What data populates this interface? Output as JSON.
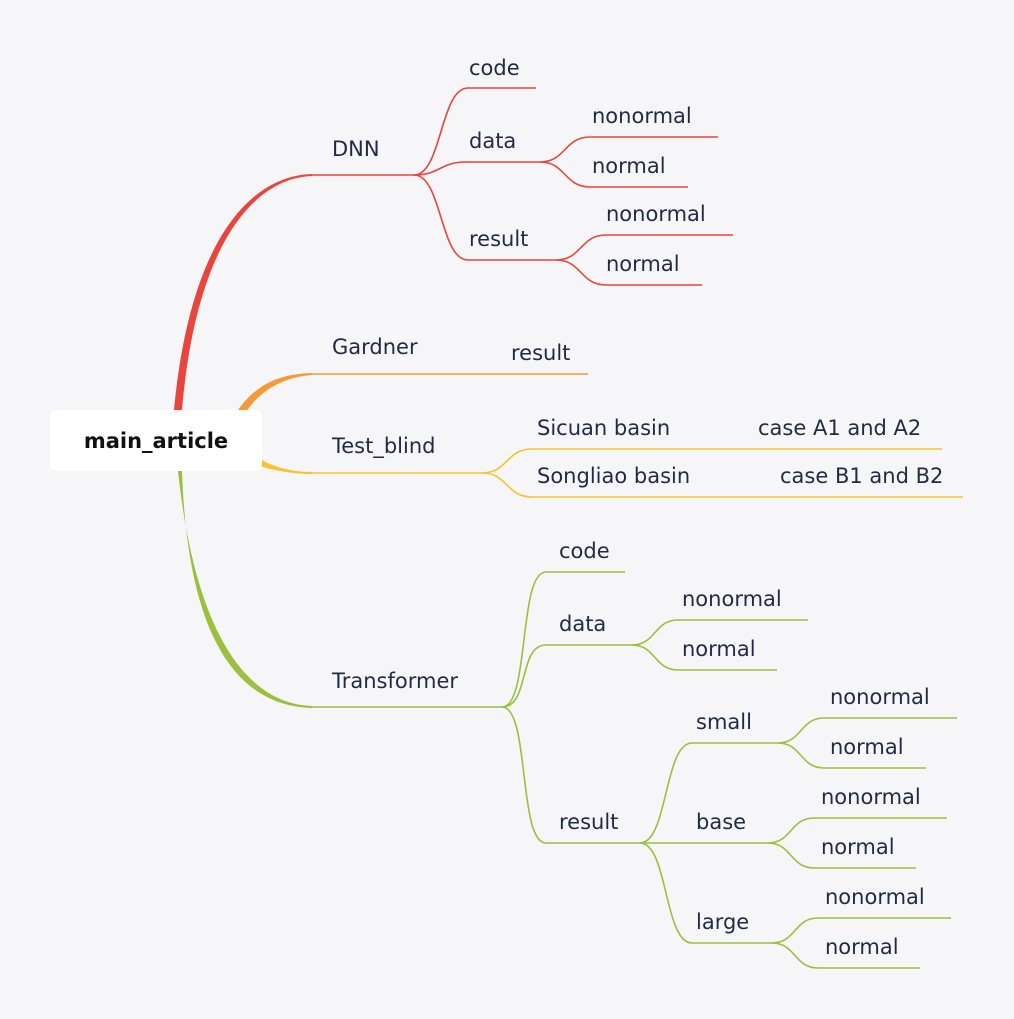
{
  "root": {
    "label": "main_article"
  },
  "colors": {
    "background": "#f6f6f8",
    "text": "#1f2a44",
    "dnn": "#e8453c",
    "gardner": "#f29b38",
    "test_blind": "#f7c431",
    "transformer": "#9cbf3e"
  },
  "branches": {
    "dnn": {
      "label": "DNN",
      "code": "code",
      "data": {
        "label": "data",
        "nonormal": "nonormal",
        "normal": "normal"
      },
      "result": {
        "label": "result",
        "nonormal": "nonormal",
        "normal": "normal"
      }
    },
    "gardner": {
      "label": "Gardner",
      "result": "result"
    },
    "test_blind": {
      "label": "Test_blind",
      "sicuan": {
        "label": "Sicuan basin",
        "case": "case A1 and A2"
      },
      "songliao": {
        "label": "Songliao basin",
        "case": "case B1 and B2"
      }
    },
    "transformer": {
      "label": "Transformer",
      "code": "code",
      "data": {
        "label": "data",
        "nonormal": "nonormal",
        "normal": "normal"
      },
      "result": {
        "label": "result",
        "small": {
          "label": "small",
          "nonormal": "nonormal",
          "normal": "normal"
        },
        "base": {
          "label": "base",
          "nonormal": "nonormal",
          "normal": "normal"
        },
        "large": {
          "label": "large",
          "nonormal": "nonormal",
          "normal": "normal"
        }
      }
    }
  }
}
